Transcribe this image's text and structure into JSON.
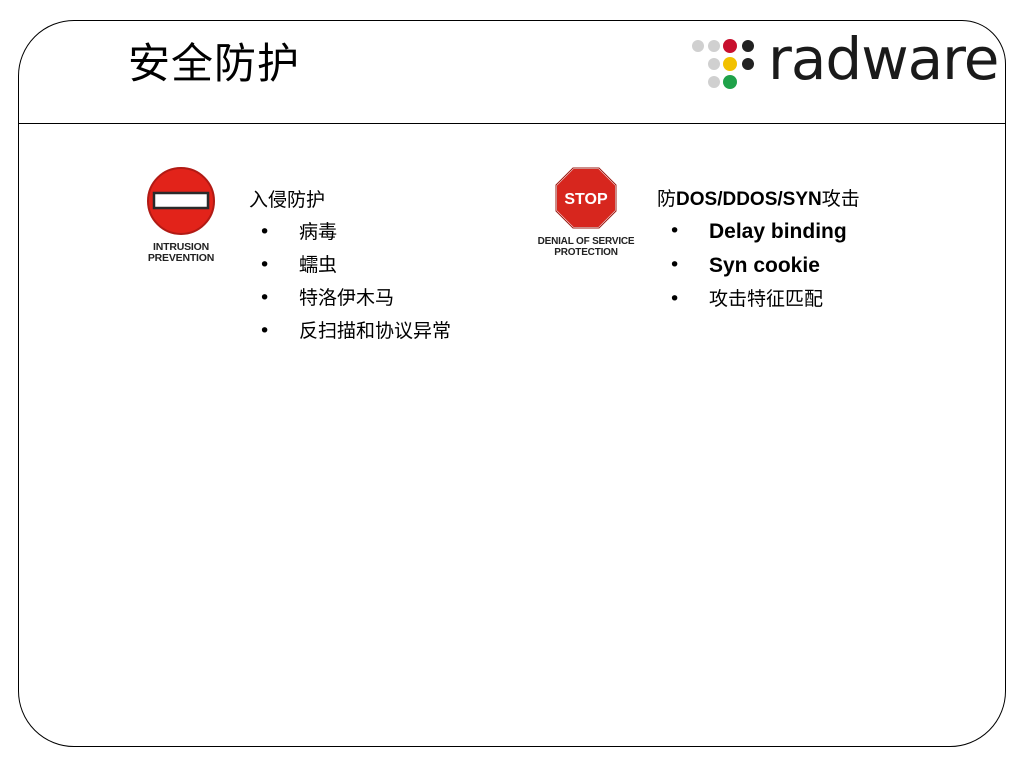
{
  "slide": {
    "title": "安全防护"
  },
  "logo": {
    "wordmark": "radware",
    "colors": {
      "grey": "#d0d0d0",
      "red": "#c8102e",
      "yellow": "#f2c100",
      "green": "#1fa24a",
      "dark": "#222222"
    }
  },
  "intrusion": {
    "sign_text_line1": "INTRUSION",
    "sign_text_line2": "PREVENTION",
    "heading": "入侵防护",
    "items": [
      "病毒",
      "蠕虫",
      "特洛伊木马",
      "反扫描和协议异常"
    ],
    "sign_color": "#e2231a"
  },
  "dos": {
    "sign_word": "STOP",
    "sign_text_line1": "DENIAL OF SERVICE",
    "sign_text_line2": "PROTECTION",
    "heading_prefix": "防",
    "heading_middle": "DOS/DDOS/SYN",
    "heading_suffix": "攻击",
    "items": [
      "Delay binding",
      "Syn cookie",
      "攻击特征匹配"
    ],
    "sign_color": "#d7261e"
  },
  "bullet_glyph": "•"
}
